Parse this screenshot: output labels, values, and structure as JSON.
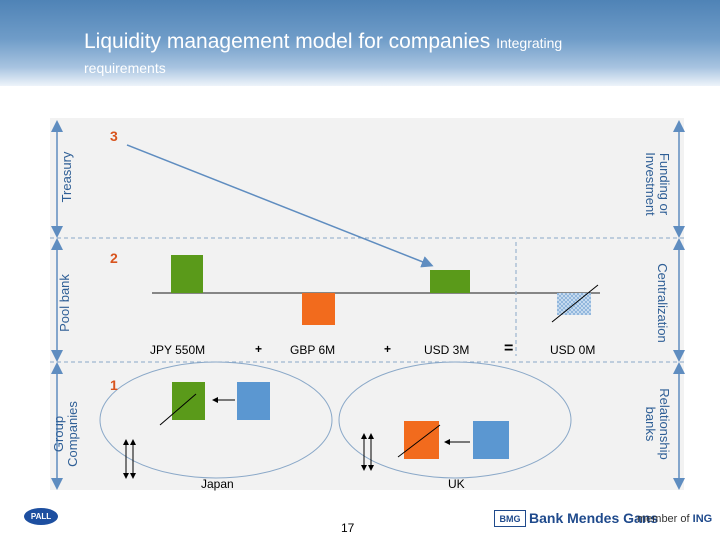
{
  "header": {
    "title": "Liquidity management model for companies",
    "title_small": "Integrating",
    "subtitle": "requirements"
  },
  "layers": {
    "treasury": "Treasury",
    "pool_bank": "Pool bank",
    "group_companies": "Group Companies",
    "funding": "Funding or Investment",
    "centralization": "Centralization",
    "relationship_banks": "Relationship banks"
  },
  "levels": {
    "level3": "3",
    "level2": "2",
    "level1": "1"
  },
  "pool": {
    "jpy": "JPY 550M",
    "plus1": "+",
    "gbp": "GBP 6M",
    "plus2": "+",
    "usd": "USD 3M",
    "equals": "=",
    "result": "USD 0M"
  },
  "countries": {
    "japan": "Japan",
    "uk": "UK"
  },
  "footer": {
    "page": "17",
    "pall": "PALL",
    "bank_icon": "BMG",
    "bank": "Bank Mendes Gans",
    "member_prefix": "member of",
    "member_brand": "ING"
  },
  "colors": {
    "green": "#5a9a1a",
    "orange": "#f26b1d",
    "blue": "#5b97d1",
    "accent": "#2f5f96",
    "number": "#d8541e"
  }
}
